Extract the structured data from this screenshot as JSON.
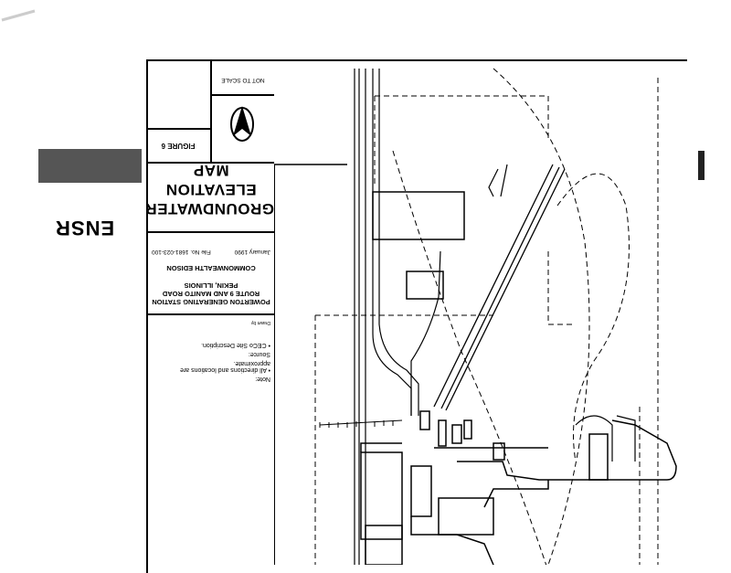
{
  "logo": {
    "text": "ENSR"
  },
  "title_block": {
    "figure": "FIGURE 6",
    "scale_note": "NOT TO SCALE",
    "title_line1": "GROUNDWATER",
    "title_line2": "ELEVATION MAP",
    "client": "COMMONWEALTH EDISON",
    "site_line1": "POWERTON GENERATING STATION",
    "site_line2": "ROUTE 9 AND MANITO ROAD",
    "site_line3": "PEKIN, ILLINOIS",
    "date": "January 1990",
    "file_no": "File No. 1681-023-100",
    "drawn_by": "Drawn by",
    "notes_heading": "Note:",
    "note1": "• All directions and locations are approximate.",
    "source_heading": "Source:",
    "source1": "• CECo Site Description."
  }
}
